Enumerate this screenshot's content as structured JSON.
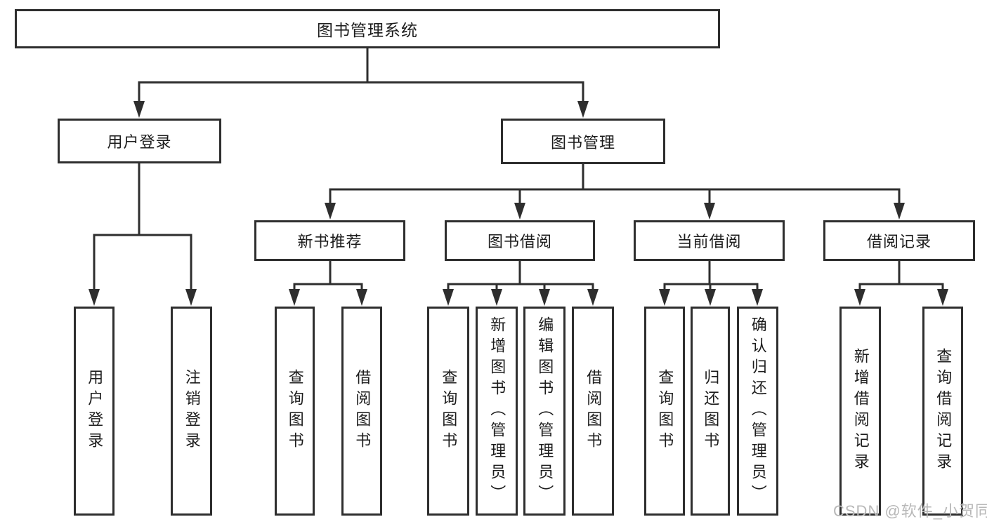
{
  "diagram": {
    "root": "图书管理系统",
    "level2": {
      "user_login": "用户登录",
      "book_management": "图书管理"
    },
    "login_children": [
      "用户登录",
      "注销登录"
    ],
    "modules": [
      "新书推荐",
      "图书借阅",
      "当前借阅",
      "借阅记录"
    ],
    "new_book_children": [
      "查询图书",
      "借阅图书"
    ],
    "borrow_children": [
      "查询图书",
      "新增图书（管理员）",
      "编辑图书（管理员）",
      "借阅图书"
    ],
    "current_children": [
      "查询图书",
      "归还图书",
      "确认归还（管理员）"
    ],
    "record_children": [
      "新增借阅记录",
      "查询借阅记录"
    ],
    "watermark": "CSDN @软件_小贺同学",
    "colors": {
      "line": "#2e2e2e",
      "box_border": "#2e2e2e",
      "text": "#1c1c1c",
      "watermark": "#b8b8b8",
      "background": "#ffffff"
    }
  }
}
